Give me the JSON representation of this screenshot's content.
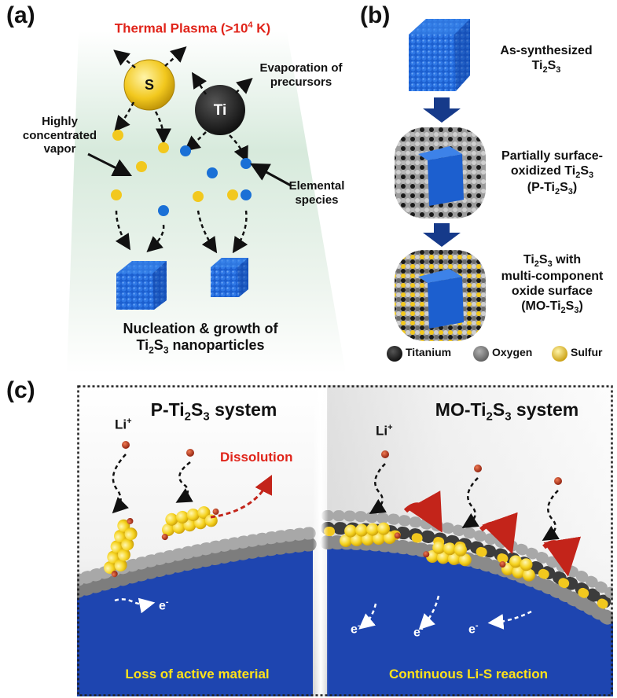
{
  "panel_a": {
    "label": "(a)",
    "title_prefix": "Thermal Plasma (>10",
    "title_sup": "4",
    "title_suffix": " K)",
    "sulfur_symbol": "S",
    "titanium_symbol": "Ti",
    "evap_line1": "Evaporation of",
    "evap_line2": "precursors",
    "vapor_line1": "Highly",
    "vapor_line2": "concentrated",
    "vapor_line3": "vapor",
    "species_line1": "Elemental",
    "species_line2": "species",
    "nucleation_line1": "Nucleation & growth of",
    "nucleation_line2_a": "Ti",
    "nucleation_line2_b": "2",
    "nucleation_line2_c": "S",
    "nucleation_line2_d": "3",
    "nucleation_line2_e": " nanoparticles"
  },
  "panel_b": {
    "label": "(b)",
    "as_line1": "As-synthesized",
    "as_line2_a": "Ti",
    "as_line2_b": "2",
    "as_line2_c": "S",
    "as_line2_d": "3",
    "p_line1": "Partially surface-",
    "p_line2_a": "oxidized Ti",
    "p_line2_b": "2",
    "p_line2_c": "S",
    "p_line2_d": "3",
    "p_line3_a": "(P-Ti",
    "p_line3_b": "2",
    "p_line3_c": "S",
    "p_line3_d": "3",
    "p_line3_e": ")",
    "mo_line1_a": "Ti",
    "mo_line1_b": "2",
    "mo_line1_c": "S",
    "mo_line1_d": "3",
    "mo_line1_e": " with",
    "mo_line2": "multi-component",
    "mo_line3": "oxide surface",
    "mo_line4_a": "(MO-Ti",
    "mo_line4_b": "2",
    "mo_line4_c": "S",
    "mo_line4_d": "3",
    "mo_line4_e": ")",
    "legend_titanium": "Titanium",
    "legend_oxygen": "Oxygen",
    "legend_sulfur": "Sulfur"
  },
  "panel_c": {
    "label": "(c)",
    "left_title_a": "P-Ti",
    "left_title_b": "2",
    "left_title_c": "S",
    "left_title_d": "3",
    "left_title_e": " system",
    "right_title_a": "MO-Ti",
    "right_title_b": "2",
    "right_title_c": "S",
    "right_title_d": "3",
    "right_title_e": " system",
    "li_ion": "Li",
    "li_charge": "+",
    "dissolution": "Dissolution",
    "electron": "e",
    "electron_charge": "-",
    "left_caption": "Loss of active material",
    "right_caption": "Continuous Li-S reaction"
  },
  "colors": {
    "sulfur": "#f2c81e",
    "titanium": "#151515",
    "oxygen": "#8a8a8a",
    "cube_blue": "#1c5fcf",
    "electrode_blue": "#1e45b0",
    "dot_blue": "#1a70d6",
    "lithium": "#b8321e",
    "accent_red": "#e0241a",
    "caption_yellow": "#ffe21a",
    "arrow_navy": "#163a8a"
  }
}
